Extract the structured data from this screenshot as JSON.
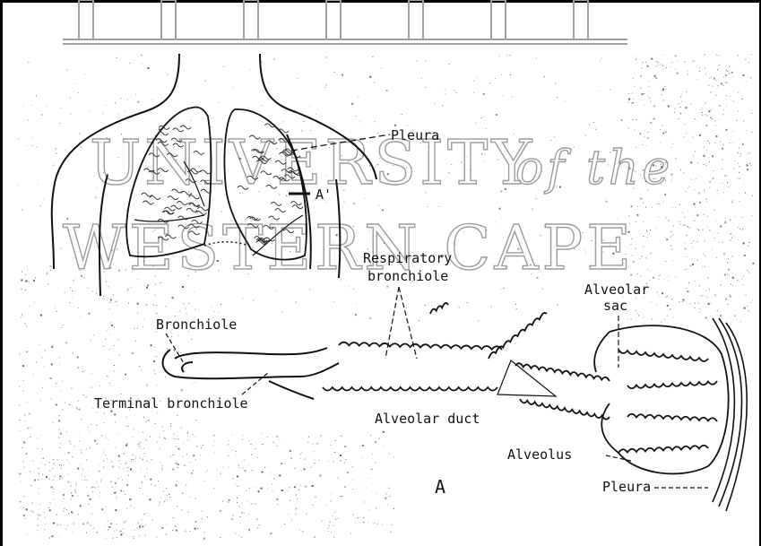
{
  "labels": {
    "pleura_top": "Pleura",
    "a_prime": "A'",
    "respiratory_bronchiole_1": "Respiratory",
    "respiratory_bronchiole_2": "bronchiole",
    "alveolar_sac_1": "Alveolar",
    "alveolar_sac_2": "sac",
    "bronchiole": "Bronchiole",
    "terminal_bronchiole": "Terminal bronchiole",
    "alveolar_duct": "Alveolar duct",
    "alveolus": "Alveolus",
    "pleura_bottom": "Pleura",
    "figure_letter": "A"
  },
  "watermark": {
    "line1": "UNIVERSITY",
    "line1_italic": "of the",
    "line2": "WESTERN CAPE"
  }
}
